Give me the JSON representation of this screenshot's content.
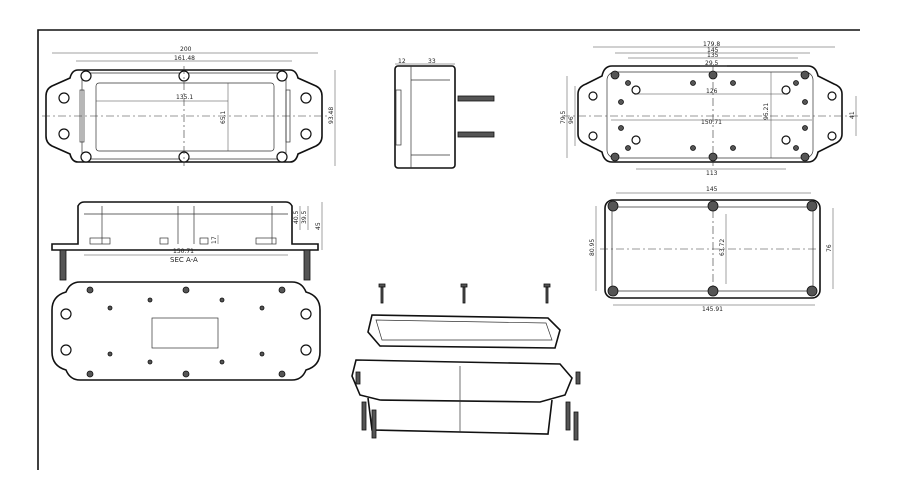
{
  "top_view": {
    "dims": [
      "200",
      "161.48",
      "135.1",
      "65.1",
      "93.48"
    ]
  },
  "side_view": {
    "dims": [
      "12",
      "33"
    ]
  },
  "bottom_view": {
    "dims": [
      "179.8",
      "145",
      "135",
      "29.5",
      "126",
      "150.71",
      "95.21",
      "113",
      "41",
      "79.5",
      "96"
    ]
  },
  "section_view": {
    "dims": [
      "150.71",
      "45",
      "40.5",
      "39.5",
      "17"
    ],
    "label": "SEC A-A"
  },
  "lid_view": {
    "dims": [
      "145",
      "145.91",
      "80.95",
      "63.72",
      "76"
    ]
  },
  "colors": {
    "line": "#111111",
    "background": "#ffffff"
  }
}
